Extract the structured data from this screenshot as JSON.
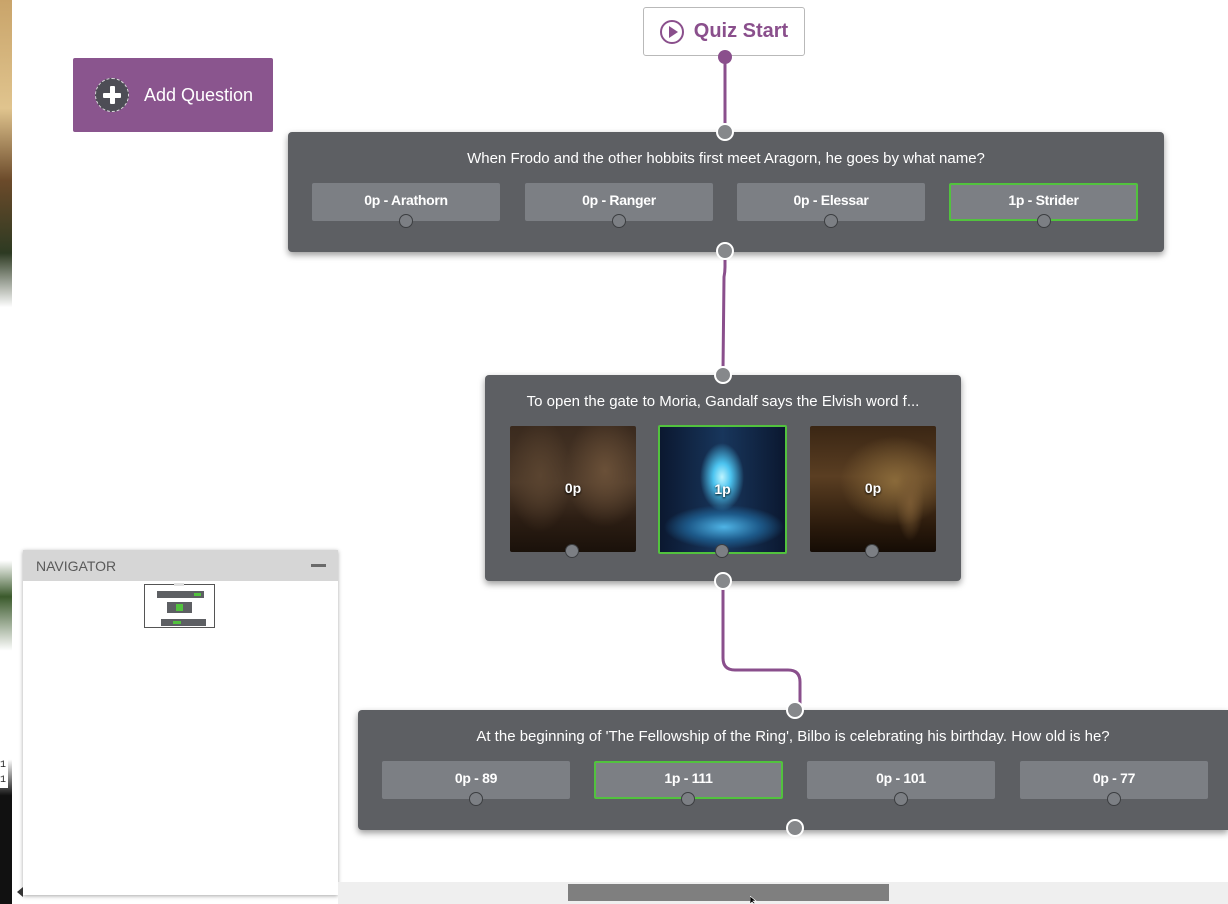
{
  "toolbar": {
    "add_question_label": "Add Question"
  },
  "start_node": {
    "label": "Quiz Start"
  },
  "questions": [
    {
      "text": "When Frodo and the other hobbits first meet Aragorn, he goes by what name?",
      "answers": [
        {
          "label": "0p - Arathorn",
          "correct": false
        },
        {
          "label": "0p - Ranger",
          "correct": false
        },
        {
          "label": "0p - Elessar",
          "correct": false
        },
        {
          "label": "1p - Strider",
          "correct": true
        }
      ]
    },
    {
      "text": "To open the gate to Moria, Gandalf says the Elvish word f...",
      "answers": [
        {
          "label": "0p",
          "correct": false,
          "image": "ruins"
        },
        {
          "label": "1p",
          "correct": true,
          "image": "glowing-gate"
        },
        {
          "label": "0p",
          "correct": false,
          "image": "wizard-in-cave"
        }
      ]
    },
    {
      "text": "At the beginning of 'The Fellowship of the Ring', Bilbo is celebrating his birthday. How old is he?",
      "answers": [
        {
          "label": "0p - 89",
          "correct": false
        },
        {
          "label": "1p - 111",
          "correct": true
        },
        {
          "label": "0p - 101",
          "correct": false
        },
        {
          "label": "0p - 77",
          "correct": false
        }
      ]
    }
  ],
  "navigator": {
    "title": "NAVIGATOR"
  },
  "edge_text": [
    "1",
    "1"
  ],
  "colors": {
    "accent": "#8a558e",
    "card": "#5d5f63",
    "answer": "#7c7f84",
    "correct": "#52c23e",
    "wire": "#8a4f8c"
  }
}
